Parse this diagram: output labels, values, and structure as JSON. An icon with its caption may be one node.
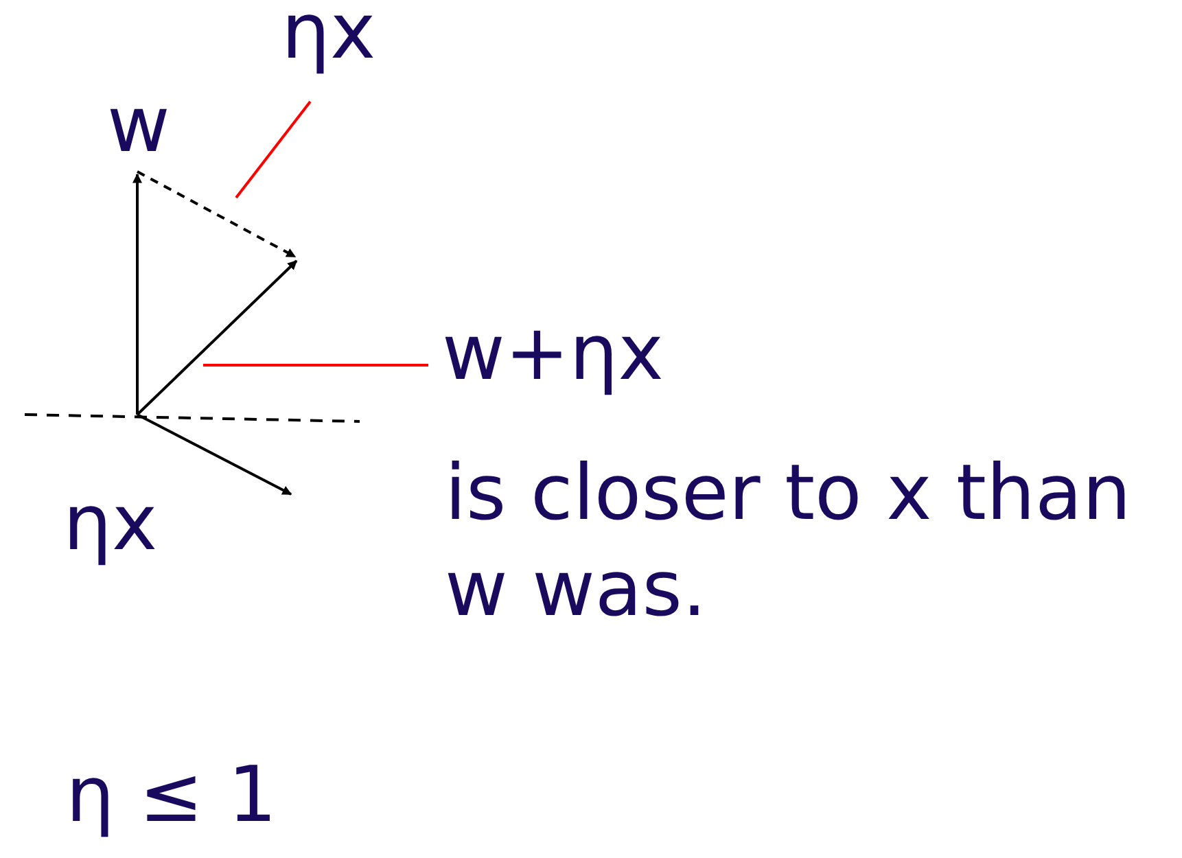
{
  "diagram": {
    "nodes": [
      {
        "text": [
          "ηx"
        ]
      },
      {
        "text": [],
        "shape": "arrow"
      },
      {
        "text": [
          "w+ηx"
        ]
      },
      {
        "text": [],
        "shape": "arrow"
      }
    ],
    "edges": [
      {
        "from": 0,
        "to": 1,
        "arrow": "none"
      },
      {
        "from": 2,
        "to": 3,
        "arrow": "none"
      }
    ],
    "labels": [
      "w",
      "ηx",
      "is closer to x than w was.",
      "η ≤ 1"
    ]
  }
}
